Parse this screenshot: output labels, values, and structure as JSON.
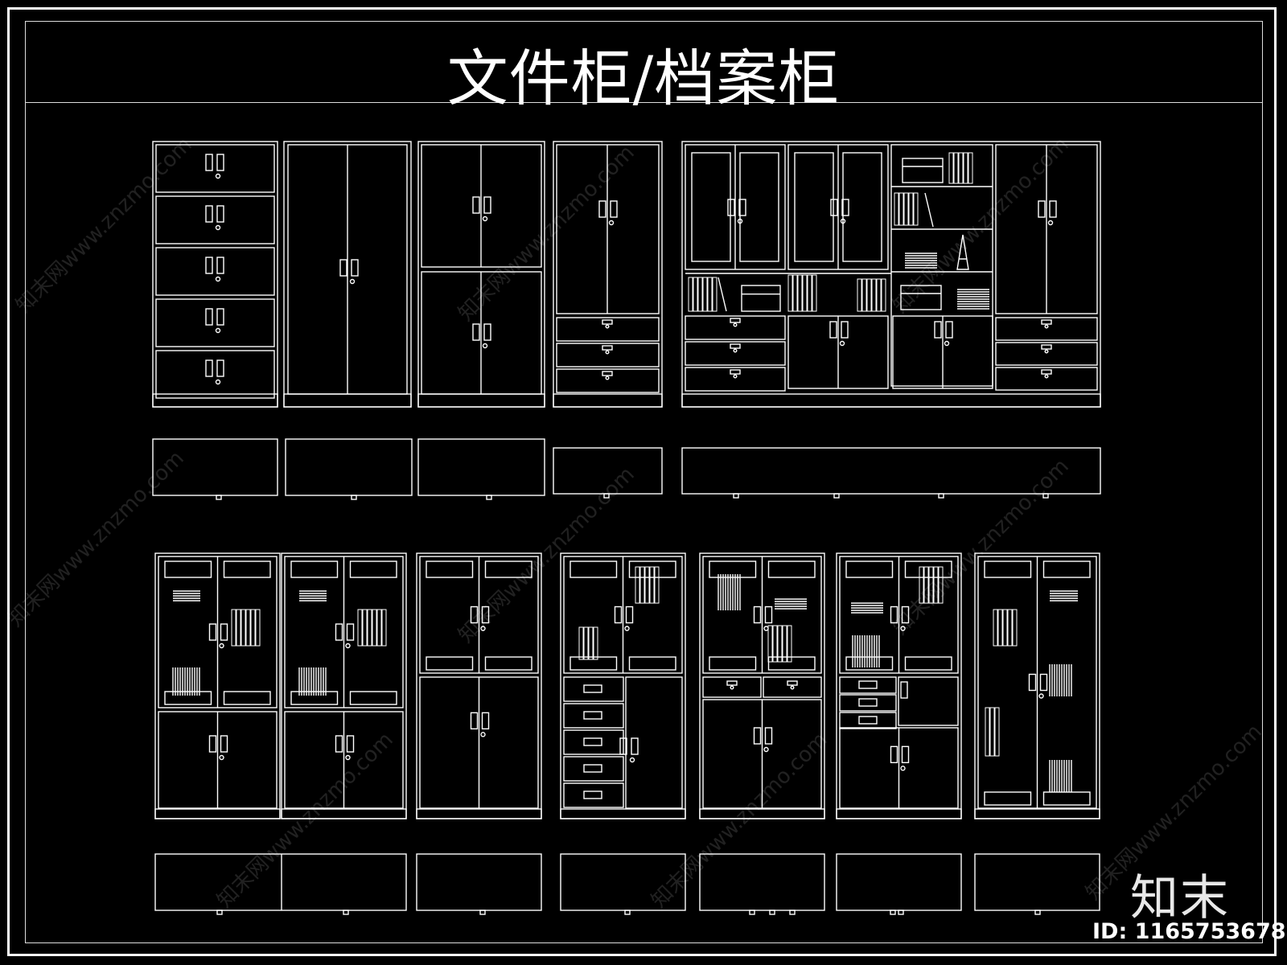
{
  "title": "文件柜/档案柜",
  "watermark": "知末网www.znzmo.com",
  "logo": "知末",
  "image_id": "ID: 1165753678",
  "colors": {
    "background": "#000000",
    "line": "#ffffff"
  },
  "top_row": [
    {
      "type": "five-drawer"
    },
    {
      "type": "two-door-tall"
    },
    {
      "type": "four-door"
    },
    {
      "type": "two-door-three-drawer"
    },
    {
      "type": "combination-unit"
    }
  ],
  "bottom_row": [
    {
      "type": "glass-shelf-over-two-door"
    },
    {
      "type": "glass-shelf-over-two-door"
    },
    {
      "type": "glass-over-two-door"
    },
    {
      "type": "glass-over-drawers-and-door"
    },
    {
      "type": "glass-over-two-drawer-two-door"
    },
    {
      "type": "glass-over-three-drawer-and-doors"
    },
    {
      "type": "full-glass-two-door"
    }
  ]
}
